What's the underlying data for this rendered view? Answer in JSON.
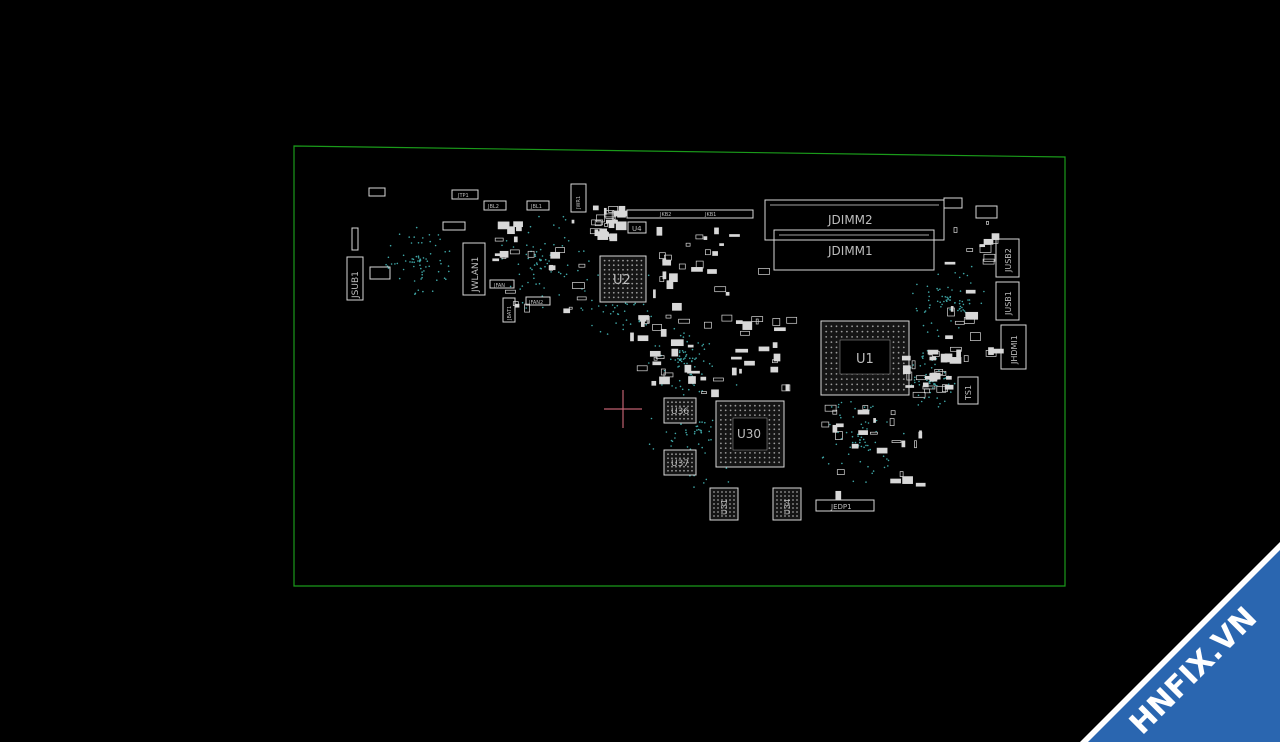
{
  "viewer": {
    "background": "#000000",
    "outline_color": "#1a9a1a",
    "component_color": "#d8d8d8",
    "pad_color": "#3fa7a7",
    "cursor_color": "#c06070",
    "cursor_icon": "crosshair-icon"
  },
  "components": {
    "jsub1": "JSUB1",
    "jwlan1": "JWLAN1",
    "u2": "U2",
    "u4": "U4",
    "jdimm2": "JDIMM2",
    "jdimm1": "JDIMM1",
    "u1": "U1",
    "u30": "U30",
    "u36": "U36",
    "u37": "U37",
    "u31": "U31",
    "u34": "U34",
    "jedp1": "JEDP1",
    "jusb2": "JUSB2",
    "jusb1": "JUSB1",
    "jhdmi1": "JHDMI1",
    "ts1": "TS1",
    "jtp1": "JTP1",
    "jbl2": "JBL2",
    "jbl1": "JBL1",
    "jkb2": "JKB2",
    "jkb1": "JKB1",
    "jfan": "JFAN",
    "jfan2": "JFAN2",
    "jwr1": "JWR1",
    "jbat1": "JBAT1"
  },
  "watermark": {
    "text": "HNFIX.VN",
    "band_color": "#2a66b0",
    "text_color": "#ffffff",
    "accent_color": "#e0202a"
  }
}
